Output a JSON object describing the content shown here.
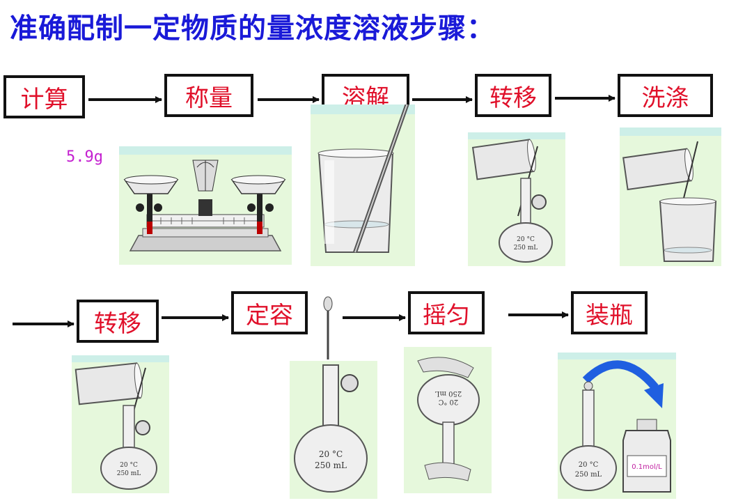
{
  "title": "准确配制一定物质的量浓度溶液步骤：",
  "steps": [
    {
      "id": "calculate",
      "label": "计算"
    },
    {
      "id": "weigh",
      "label": "称量"
    },
    {
      "id": "dissolve",
      "label": "溶解"
    },
    {
      "id": "transfer1",
      "label": "转移"
    },
    {
      "id": "wash",
      "label": "洗涤"
    },
    {
      "id": "transfer2",
      "label": "转移"
    },
    {
      "id": "constant-volume",
      "label": "定容"
    },
    {
      "id": "shake",
      "label": "摇匀"
    },
    {
      "id": "bottle",
      "label": "装瓶"
    }
  ],
  "mass_label": "5.9g",
  "flask_marking": {
    "temp": "20 °C",
    "volume": "250 mL"
  },
  "bottle_label": "0.1mol/L",
  "colors": {
    "title": "#1a1ad8",
    "step_text": "#e0102a",
    "mass": "#c420d0",
    "panel_bg": "#e6f8dc",
    "panel_edge": "#a8ecf4",
    "arrow_blue": "#1f5fe0"
  }
}
